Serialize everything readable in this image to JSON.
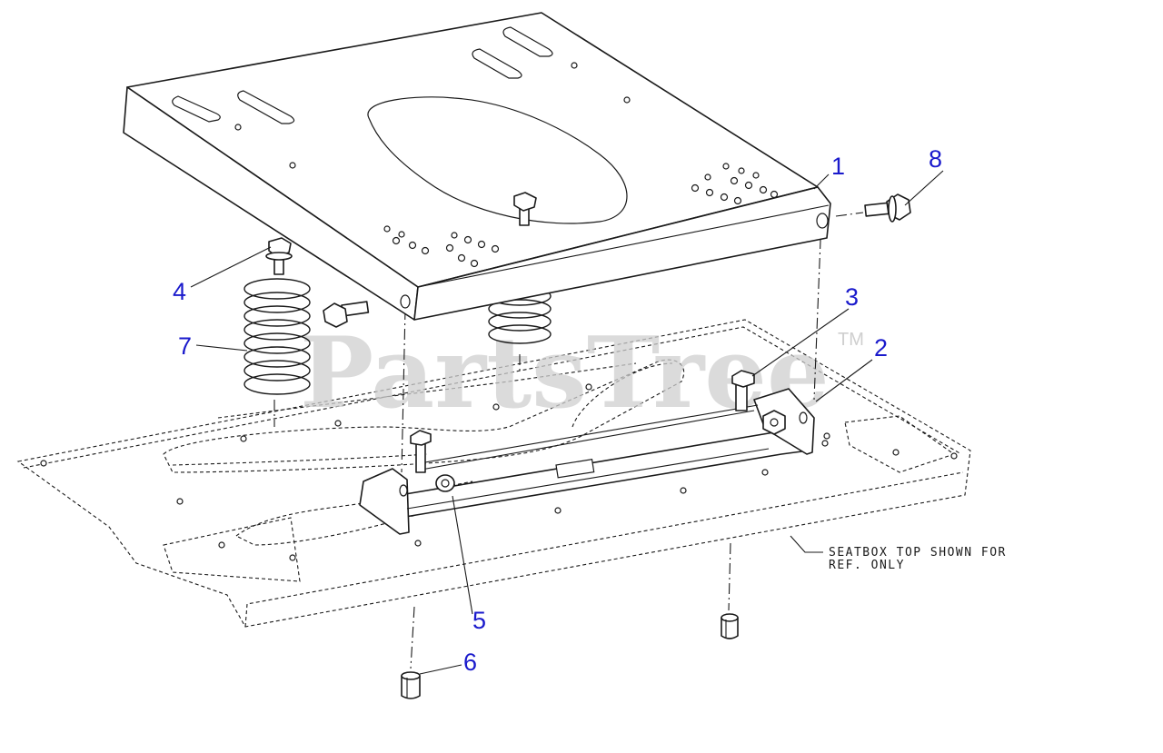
{
  "watermark": {
    "text": "PartsTree",
    "trademark": "TM"
  },
  "callouts": [
    {
      "id": "1",
      "label": "1"
    },
    {
      "id": "2",
      "label": "2"
    },
    {
      "id": "3",
      "label": "3"
    },
    {
      "id": "4",
      "label": "4"
    },
    {
      "id": "5",
      "label": "5"
    },
    {
      "id": "6",
      "label": "6"
    },
    {
      "id": "7",
      "label": "7"
    },
    {
      "id": "8",
      "label": "8"
    }
  ],
  "note": {
    "line1": "SEATBOX TOP SHOWN FOR",
    "line2": "REF. ONLY"
  }
}
